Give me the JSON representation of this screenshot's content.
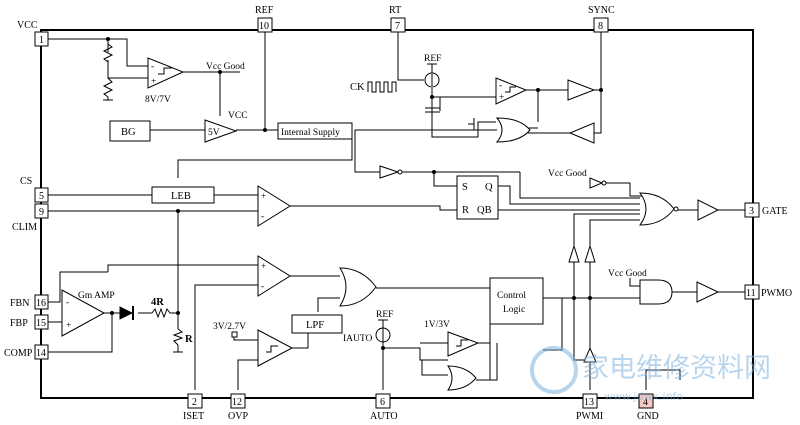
{
  "pins": {
    "vcc": {
      "num": "1",
      "name": "VCC"
    },
    "ref": {
      "num": "10",
      "name": "REF"
    },
    "rt": {
      "num": "7",
      "name": "RT"
    },
    "sync": {
      "num": "8",
      "name": "SYNC"
    },
    "cs": {
      "num": "5",
      "name": "CS"
    },
    "clim": {
      "num": "9",
      "name": "CLIM"
    },
    "gate": {
      "num": "3",
      "name": "GATE"
    },
    "fbn": {
      "num": "16",
      "name": "FBN"
    },
    "fbp": {
      "num": "15",
      "name": "FBP"
    },
    "comp": {
      "num": "14",
      "name": "COMP"
    },
    "pwmo": {
      "num": "11",
      "name": "PWMO"
    },
    "iset": {
      "num": "2",
      "name": "ISET"
    },
    "ovp": {
      "num": "12",
      "name": "OVP"
    },
    "auto": {
      "num": "6",
      "name": "AUTO"
    },
    "pwmi": {
      "num": "13",
      "name": "PWMI"
    },
    "gnd": {
      "num": "4",
      "name": "GND"
    }
  },
  "blocks": {
    "bg": "BG",
    "reg5v": "5V",
    "internal_supply": "Internal Supply",
    "leb": "LEB",
    "latch_s": "S",
    "latch_q": "Q",
    "latch_r": "R",
    "latch_qb": "QB",
    "lpf": "LPF",
    "control_logic_line1": "Control",
    "control_logic_line2": "Logic",
    "gm_amp": "Gm AMP"
  },
  "labels": {
    "vcc_good_1": "Vcc Good",
    "vcc_good_2": "Vcc Good",
    "vcc_good_3": "Vcc Good",
    "uvlo": "8V/7V",
    "vcc_out": "VCC",
    "ref_rt": "REF",
    "ck": "CK",
    "r4": "4R",
    "r1": "R",
    "ovp_thresh": "3V/2.7V",
    "iauto": "IAUTO",
    "ref_auto": "REF",
    "auto_thresh": "1V/3V"
  },
  "watermark": "家电维修资料网",
  "watermark_url": "www.jdwx.info"
}
